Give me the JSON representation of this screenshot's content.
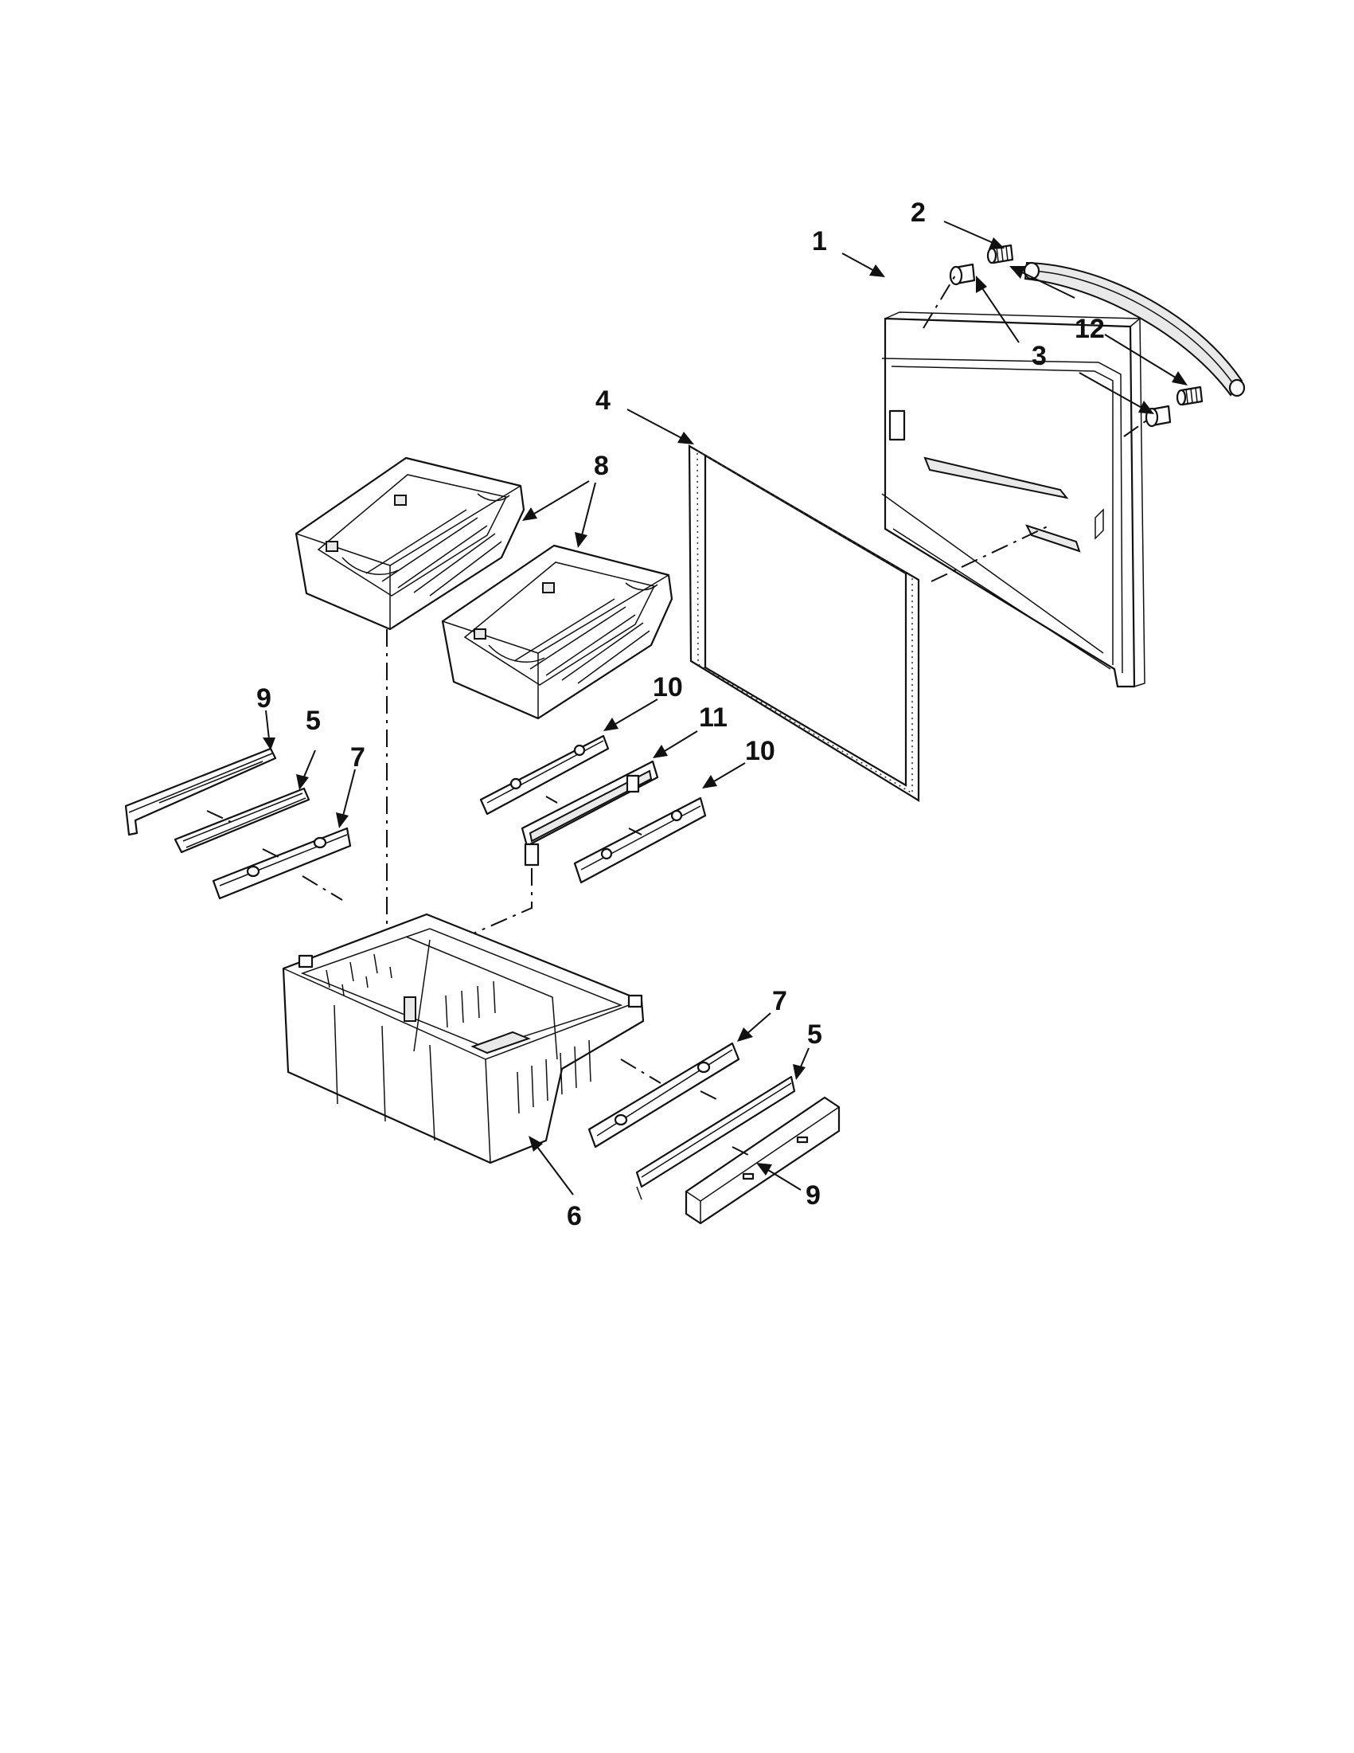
{
  "callouts": {
    "door": "1",
    "handle": "2",
    "handle_nut": "3",
    "gasket": "4",
    "slide_left": "5",
    "slide_right": "5",
    "basket": "6",
    "rail_left": "7",
    "rail_right": "7",
    "tray_upper_1": "8",
    "tray_upper_2": "8",
    "cover_left": "9",
    "cover_right": "9",
    "center_rail_a": "10",
    "center_rail_b": "10",
    "center_support": "11",
    "handle_screw": "12"
  },
  "colors": {
    "line": "#111111",
    "background": "#ffffff",
    "shade": "#e9e9e9"
  }
}
